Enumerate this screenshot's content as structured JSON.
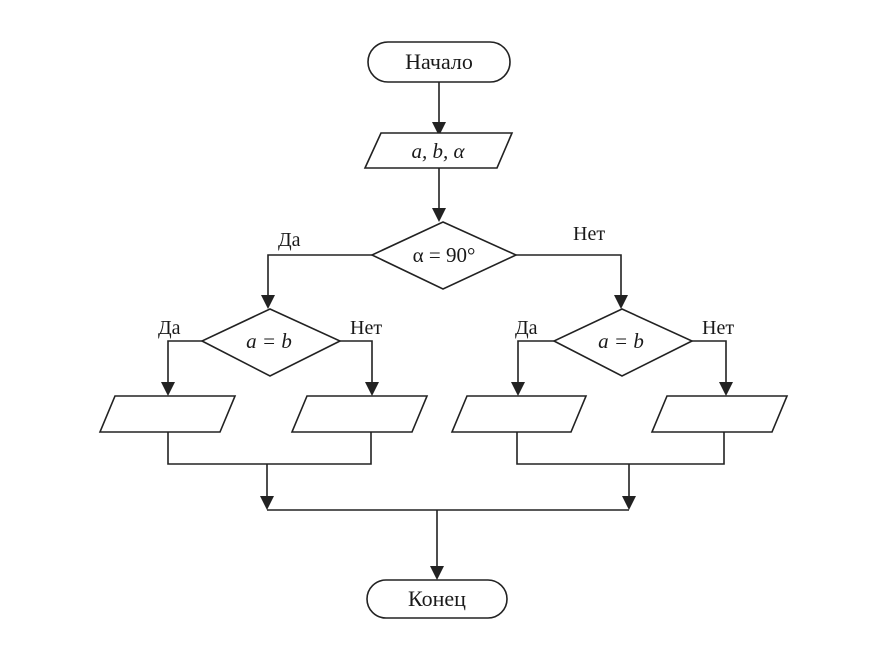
{
  "flowchart": {
    "start": "Начало",
    "input": "a, b, α",
    "condition_main": "α = 90°",
    "condition_left": "a = b",
    "condition_right": "a = b",
    "end": "Конец",
    "main_yes": "Да",
    "main_no": "Нет",
    "left_yes": "Да",
    "left_no": "Нет",
    "right_yes": "Да",
    "right_no": "Нет"
  }
}
